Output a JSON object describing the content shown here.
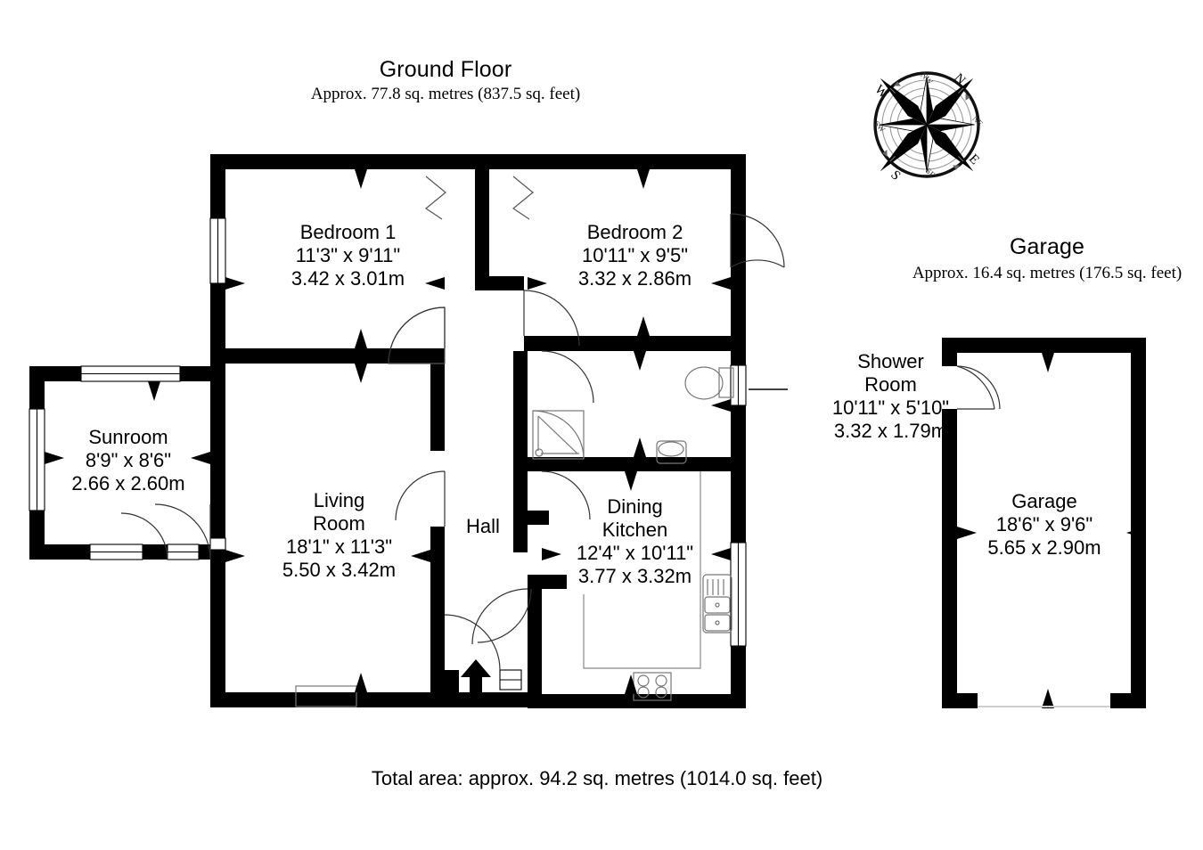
{
  "document": {
    "type": "floor-plan",
    "background_color": "#ffffff",
    "ink_color": "#000000"
  },
  "sections": [
    {
      "id": "ground-floor",
      "title": "Ground Floor",
      "subtitle": "Approx. 77.8 sq. metres (837.5 sq. feet)"
    },
    {
      "id": "garage",
      "title": "Garage",
      "subtitle": "Approx. 16.4 sq. metres (176.5 sq. feet)"
    }
  ],
  "rooms": [
    {
      "id": "bedroom-1",
      "name": "Bedroom 1",
      "imperial": "11'3\" x 9'11\"",
      "metric": "3.42 x 3.01m"
    },
    {
      "id": "bedroom-2",
      "name": "Bedroom 2",
      "imperial": "10'11\" x 9'5\"",
      "metric": "3.32 x 2.86m"
    },
    {
      "id": "shower-room",
      "name": "Shower",
      "name_line2": "Room",
      "imperial": "10'11\" x 5'10\"",
      "metric": "3.32 x 1.79m"
    },
    {
      "id": "sunroom",
      "name": "Sunroom",
      "imperial": "8'9\" x 8'6\"",
      "metric": "2.66 x 2.60m"
    },
    {
      "id": "living-room",
      "name": "Living",
      "name_line2": "Room",
      "imperial": "18'1\" x 11'3\"",
      "metric": "5.50 x 3.42m"
    },
    {
      "id": "dining-kitchen",
      "name": "Dining",
      "name_line2": "Kitchen",
      "imperial": "12'4\" x 10'11\"",
      "metric": "3.77 x 3.32m"
    },
    {
      "id": "hall",
      "name": "Hall",
      "imperial": "",
      "metric": ""
    },
    {
      "id": "garage-room",
      "name": "Garage",
      "imperial": "18'6\" x 9'6\"",
      "metric": "5.65 x 2.90m"
    }
  ],
  "footer": {
    "total_area": "Total area: approx. 94.2 sq. metres (1014.0 sq. feet)"
  },
  "compass": {
    "icon": "compass-rose-icon",
    "rotation_degrees": 45,
    "cardinal_labels": [
      "N",
      "E",
      "S",
      "W"
    ],
    "intercardinal_labels": [
      "NE",
      "SE",
      "SW",
      "NW"
    ]
  },
  "fixtures": [
    {
      "id": "toilet",
      "icon": "toilet-icon",
      "room": "shower-room"
    },
    {
      "id": "shower-tray",
      "icon": "corner-shower-icon",
      "room": "shower-room"
    },
    {
      "id": "wash-basin",
      "icon": "basin-icon",
      "room": "shower-room"
    },
    {
      "id": "kitchen-sink",
      "icon": "sink-with-drainer-icon",
      "room": "dining-kitchen"
    },
    {
      "id": "hob",
      "icon": "four-burner-hob-icon",
      "room": "dining-kitchen"
    },
    {
      "id": "fireplace",
      "icon": "fireplace-icon",
      "room": "living-room"
    },
    {
      "id": "entrance-arrow",
      "icon": "entrance-arrow-icon",
      "room": "hall"
    }
  ]
}
